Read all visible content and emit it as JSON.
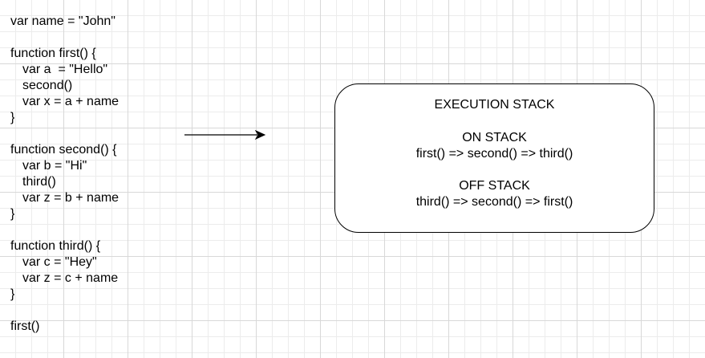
{
  "code": {
    "lines": [
      {
        "text": "var name = \"John\"",
        "indent": 0
      },
      {
        "text": "",
        "indent": 0
      },
      {
        "text": "function first() {",
        "indent": 0
      },
      {
        "text": "var a  = \"Hello\"",
        "indent": 1
      },
      {
        "text": "second()",
        "indent": 1
      },
      {
        "text": "var x = a + name",
        "indent": 1
      },
      {
        "text": "}",
        "indent": 0
      },
      {
        "text": "",
        "indent": 0
      },
      {
        "text": "function second() {",
        "indent": 0
      },
      {
        "text": "var b = \"Hi\"",
        "indent": 1
      },
      {
        "text": "third()",
        "indent": 1
      },
      {
        "text": "var z = b + name",
        "indent": 1
      },
      {
        "text": "}",
        "indent": 0
      },
      {
        "text": "",
        "indent": 0
      },
      {
        "text": "function third() {",
        "indent": 0
      },
      {
        "text": "var c = \"Hey\"",
        "indent": 1
      },
      {
        "text": "var z = c + name",
        "indent": 1
      },
      {
        "text": "}",
        "indent": 0
      },
      {
        "text": "",
        "indent": 0
      },
      {
        "text": "first()",
        "indent": 0
      }
    ]
  },
  "stack": {
    "title": "EXECUTION STACK",
    "on_label": "ON STACK",
    "on_sequence": "first() => second() => third()",
    "off_label": "OFF STACK",
    "off_sequence": "third() => second() => first()"
  }
}
